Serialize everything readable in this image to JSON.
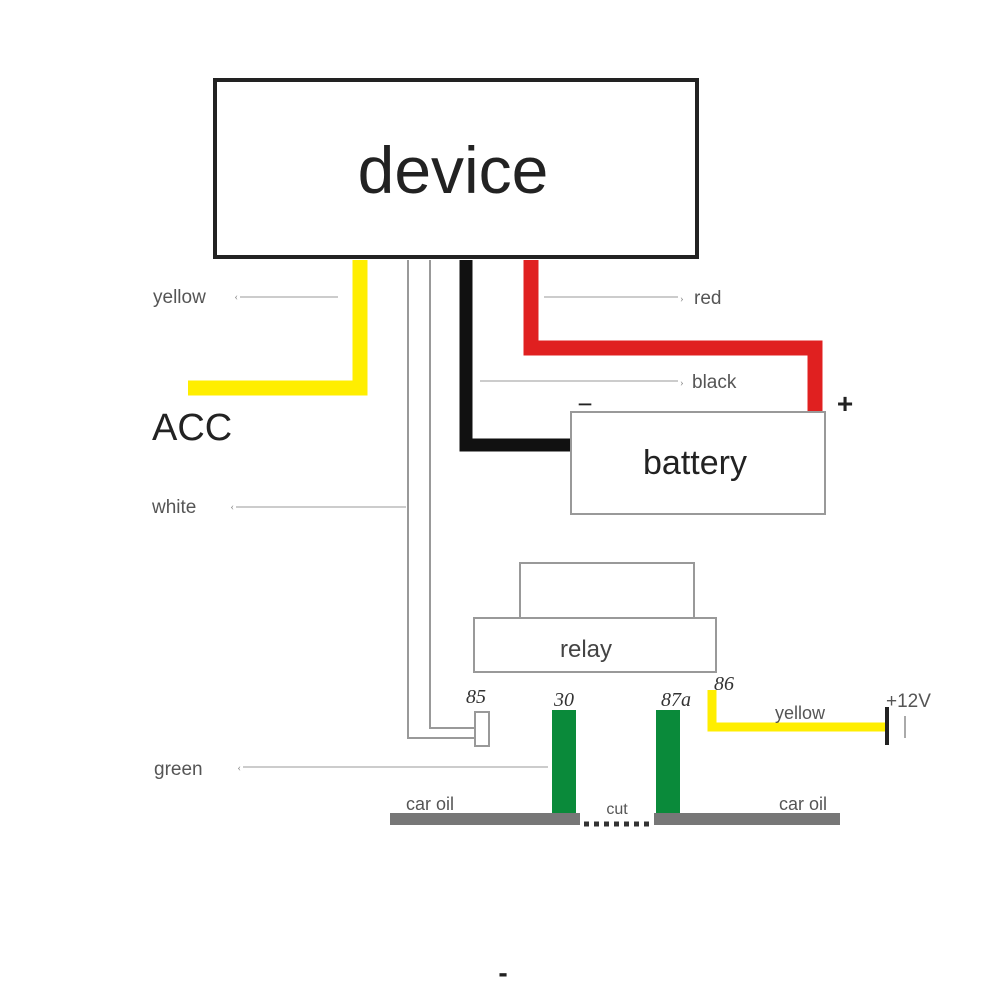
{
  "diagram": {
    "title": "device",
    "boxes": {
      "device": "device",
      "battery": "battery",
      "relay": "relay"
    },
    "wire_labels": {
      "yellow_top": "yellow",
      "red": "red",
      "black": "black",
      "white": "white",
      "green": "green",
      "yellow_right": "yellow"
    },
    "terminals": {
      "acc": "ACC",
      "battery_minus": "−",
      "battery_plus": "+",
      "pin_85": "85",
      "pin_30": "30",
      "pin_87a": "87a",
      "pin_86": "86",
      "supply": "+12V"
    },
    "oil_line": {
      "left": "car oil",
      "cut": "cut",
      "right": "car oil"
    },
    "footer_mark": "-",
    "colors": {
      "yellow": "#ffee00",
      "red": "#e02020",
      "black": "#111111",
      "green": "#0a8a3a",
      "gray": "#777777",
      "thin": "#888888"
    }
  }
}
